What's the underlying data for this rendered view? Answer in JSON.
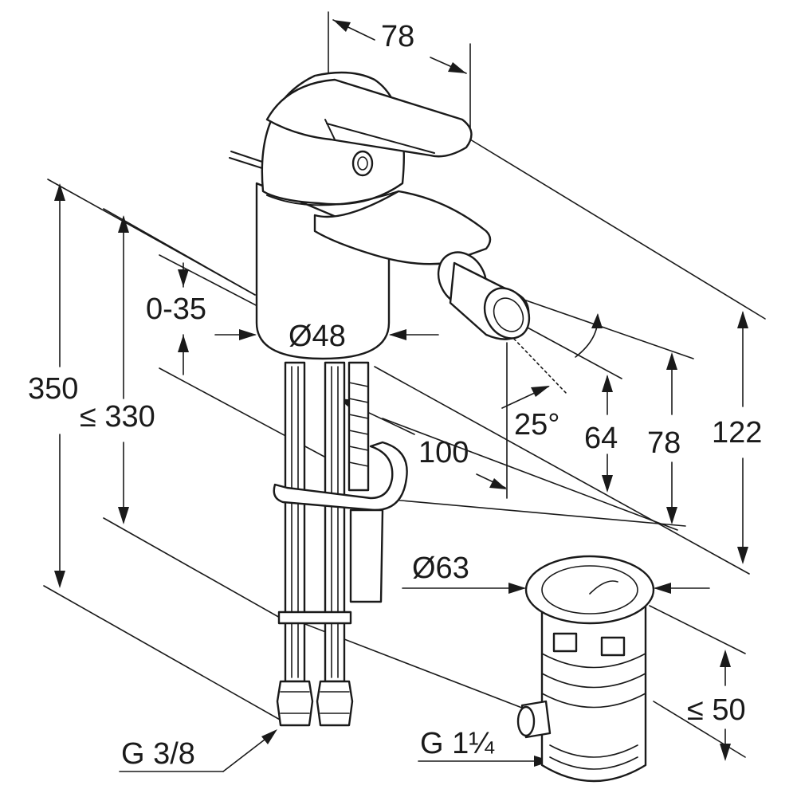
{
  "dimensions": {
    "top_width": "78",
    "height_350": "350",
    "height_330": "≤ 330",
    "deck_thickness": "0-35",
    "body_diameter": "Ø48",
    "spout_reach": "100",
    "spout_angle": "25°",
    "height_64": "64",
    "height_78": "78",
    "height_122": "122",
    "waste_diameter": "Ø63",
    "waste_height": "≤ 50",
    "hose_thread": "G 3/8",
    "waste_thread": "G 1¼"
  }
}
